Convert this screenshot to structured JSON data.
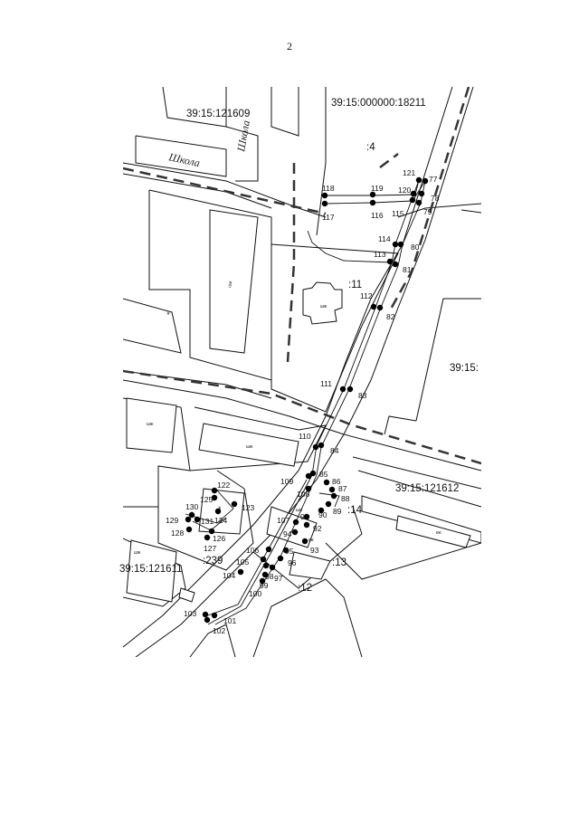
{
  "page_number": "2",
  "parcels": [
    {
      "id": "p-121609",
      "text": "39:15:121609"
    },
    {
      "id": "p-18211",
      "text": "39:15:000000:18211"
    },
    {
      "id": "p-4",
      "text": ":4"
    },
    {
      "id": "p-11",
      "text": ":11"
    },
    {
      "id": "p-east",
      "text": "39:15:"
    },
    {
      "id": "p-121612",
      "text": "39:15:121612"
    },
    {
      "id": "p-14",
      "text": ":14"
    },
    {
      "id": "p-121611",
      "text": "39:15:121611"
    },
    {
      "id": "p-239",
      "text": ":239"
    },
    {
      "id": "p-13",
      "text": ":13"
    },
    {
      "id": "p-12",
      "text": ":12"
    }
  ],
  "streets": [
    {
      "id": "street-shkola-1",
      "text": "Школа"
    },
    {
      "id": "street-shkola-2",
      "text": "Школа"
    }
  ],
  "building_tags": [
    {
      "id": "b1",
      "text": "ж"
    },
    {
      "id": "b2",
      "text": "шж"
    },
    {
      "id": "b3",
      "text": "шж"
    },
    {
      "id": "b4",
      "text": "шж"
    },
    {
      "id": "b5",
      "text": "шж"
    },
    {
      "id": "b6",
      "text": "шж"
    },
    {
      "id": "b7",
      "text": "кж"
    },
    {
      "id": "b8",
      "text": "шж"
    },
    {
      "id": "b9",
      "text": "шж"
    },
    {
      "id": "b10",
      "text": "кж"
    }
  ],
  "points": [
    {
      "n": "77"
    },
    {
      "n": "78"
    },
    {
      "n": "79"
    },
    {
      "n": "80"
    },
    {
      "n": "81"
    },
    {
      "n": "82"
    },
    {
      "n": "83"
    },
    {
      "n": "84"
    },
    {
      "n": "85"
    },
    {
      "n": "86"
    },
    {
      "n": "87"
    },
    {
      "n": "88"
    },
    {
      "n": "89"
    },
    {
      "n": "90"
    },
    {
      "n": "91"
    },
    {
      "n": "92"
    },
    {
      "n": "93"
    },
    {
      "n": "94"
    },
    {
      "n": "95"
    },
    {
      "n": "96"
    },
    {
      "n": "97"
    },
    {
      "n": "98"
    },
    {
      "n": "99"
    },
    {
      "n": "100"
    },
    {
      "n": "101"
    },
    {
      "n": "102"
    },
    {
      "n": "103"
    },
    {
      "n": "104"
    },
    {
      "n": "105"
    },
    {
      "n": "106"
    },
    {
      "n": "107"
    },
    {
      "n": "108"
    },
    {
      "n": "109"
    },
    {
      "n": "110"
    },
    {
      "n": "111"
    },
    {
      "n": "112"
    },
    {
      "n": "113"
    },
    {
      "n": "114"
    },
    {
      "n": "115"
    },
    {
      "n": "116"
    },
    {
      "n": "117"
    },
    {
      "n": "118"
    },
    {
      "n": "119"
    },
    {
      "n": "120"
    },
    {
      "n": "121"
    },
    {
      "n": "122"
    },
    {
      "n": "123"
    },
    {
      "n": "124"
    },
    {
      "n": "125"
    },
    {
      "n": "126"
    },
    {
      "n": "127"
    },
    {
      "n": "128"
    },
    {
      "n": "129"
    },
    {
      "n": "130"
    },
    {
      "n": "131"
    }
  ]
}
